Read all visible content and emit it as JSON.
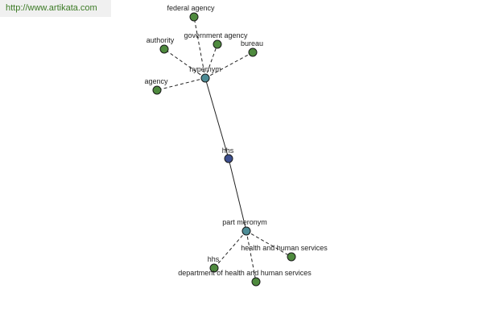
{
  "site_url": "http://www.artikata.com",
  "colors": {
    "center": "#3d4f8f",
    "relation": "#4d8c96",
    "leaf": "#4e8a3e",
    "url_text": "#3b7a24"
  },
  "graph": {
    "center": {
      "label": "hhs"
    },
    "relations": [
      {
        "id": "hypernym",
        "label": "hypernym"
      },
      {
        "id": "part-meronym",
        "label": "part meronym"
      }
    ],
    "leaves": [
      {
        "id": "federal-agency",
        "parent": "hypernym",
        "label": "federal agency"
      },
      {
        "id": "authority",
        "parent": "hypernym",
        "label": "authority"
      },
      {
        "id": "government-agency",
        "parent": "hypernym",
        "label": "government agency"
      },
      {
        "id": "bureau",
        "parent": "hypernym",
        "label": "bureau"
      },
      {
        "id": "agency",
        "parent": "hypernym",
        "label": "agency"
      },
      {
        "id": "health-and-human-services",
        "parent": "part-meronym",
        "label": "health and human services"
      },
      {
        "id": "hhs-leaf",
        "parent": "part-meronym",
        "label": "hhs"
      },
      {
        "id": "department-of-health-and-human-services",
        "parent": "part-meronym",
        "label": "department of health and human services"
      }
    ]
  }
}
